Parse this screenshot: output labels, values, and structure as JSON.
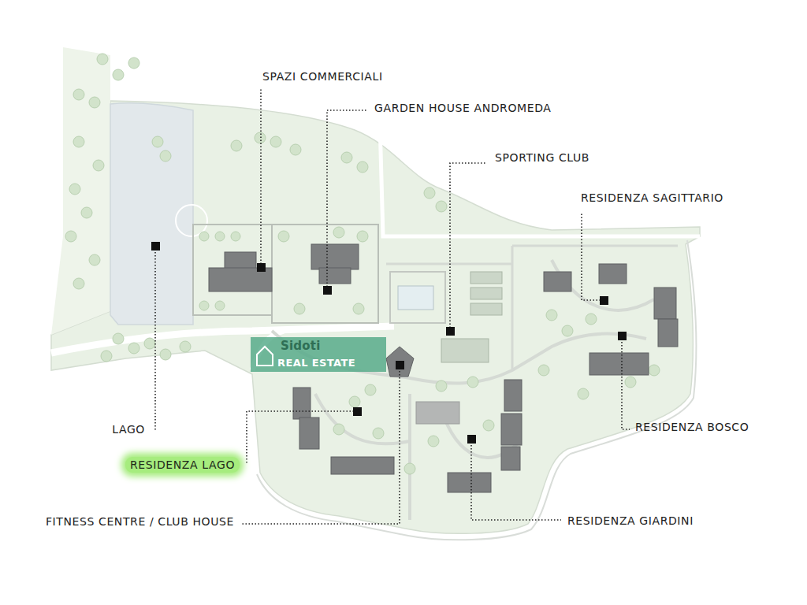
{
  "diagram": {
    "labels": [
      "SPAZI COMMERCIALI",
      "GARDEN HOUSE ANDROMEDA",
      "SPORTING CLUB",
      "RESIDENZA SAGITTARIO",
      "Sidoti",
      "REAL ESTATE",
      "LAGO",
      "RESIDENZA BOSCO",
      "RESIDENZA LAGO",
      "FITNESS CENTRE / CLUB HOUSE",
      "RESIDENZA GIARDINI"
    ]
  }
}
